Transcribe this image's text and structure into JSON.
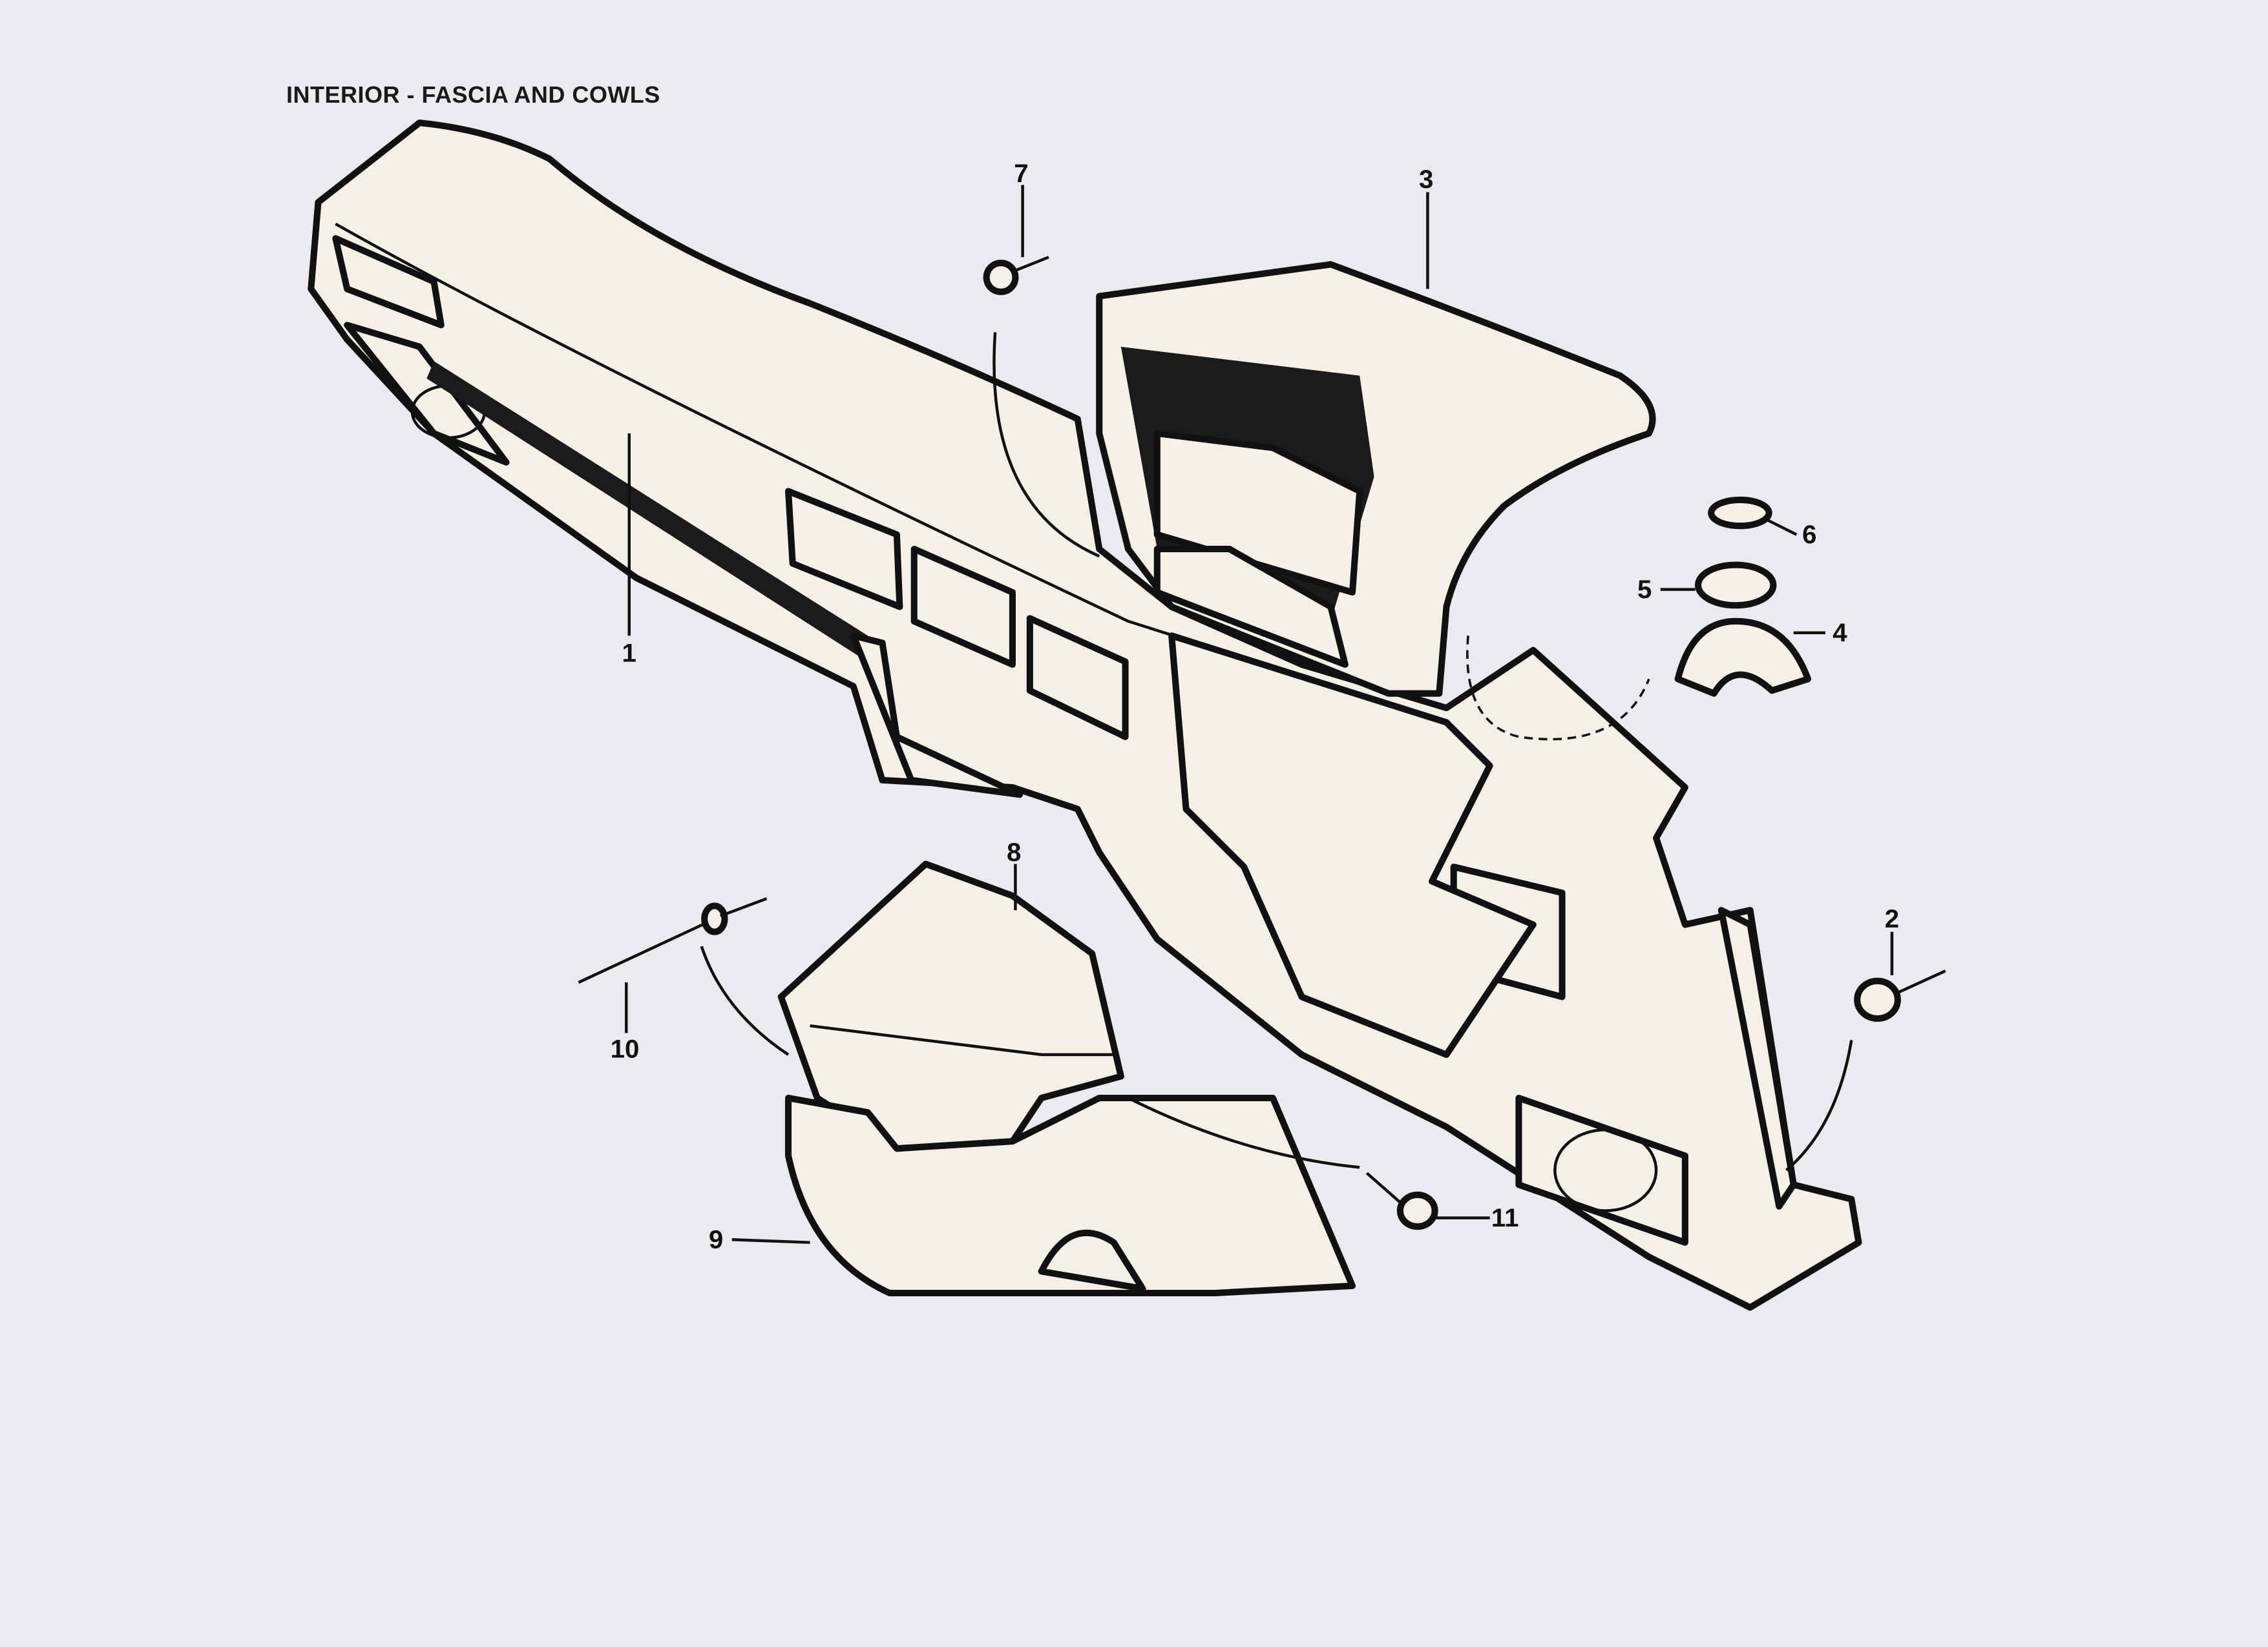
{
  "title": "INTERIOR - FASCIA AND COWLS",
  "callouts": {
    "c1": "1",
    "c2": "2",
    "c3": "3",
    "c4": "4",
    "c5": "5",
    "c6": "6",
    "c7": "7",
    "c8": "8",
    "c9": "9",
    "c10": "10",
    "c11": "11"
  },
  "colors": {
    "background": "#ebeaef",
    "part_fill": "#f4f0e6",
    "ink": "#111111"
  }
}
